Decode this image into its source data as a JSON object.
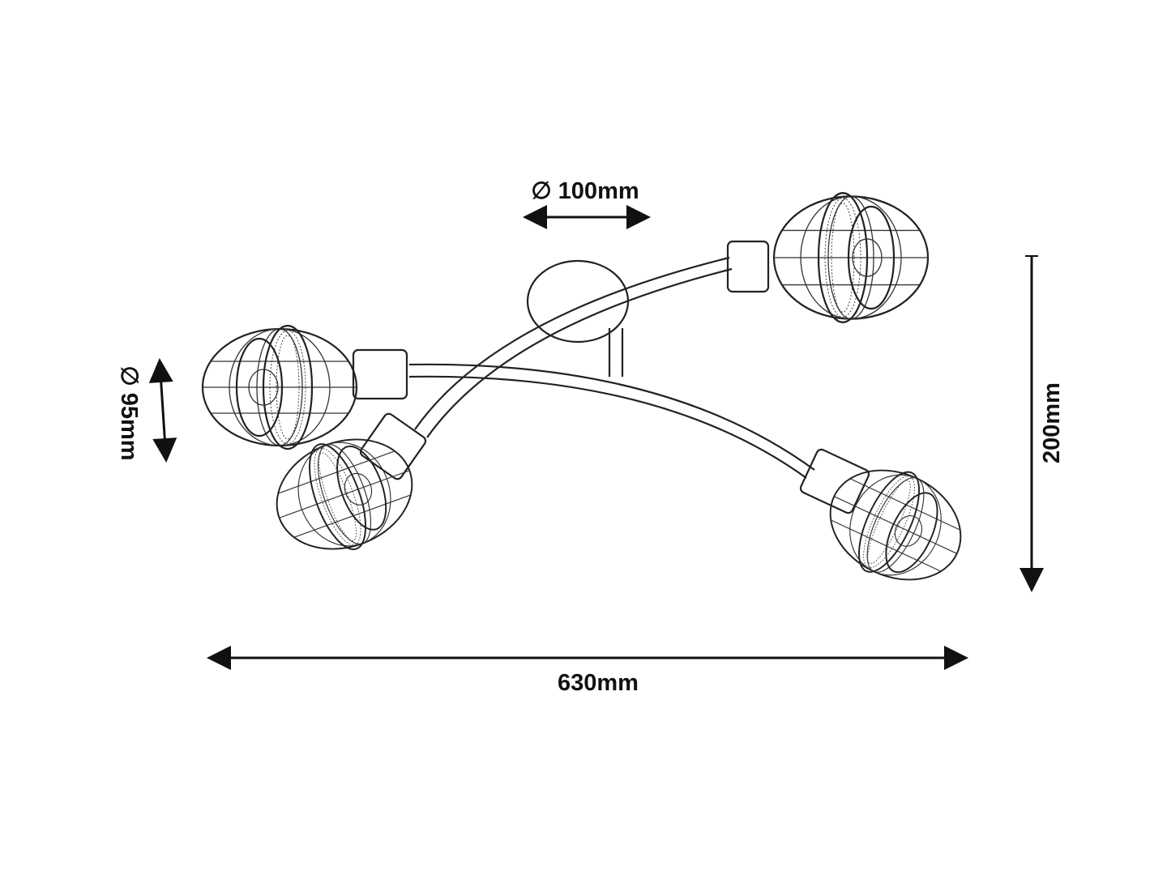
{
  "title": "Ceiling lamp dimension drawing",
  "dimensions": {
    "shade_diameter_top": "∅ 100mm",
    "shade_diameter_left": "∅ 95mm",
    "height": "200mm",
    "width": "630mm"
  },
  "colors": {
    "line": "#222222",
    "background": "#ffffff"
  }
}
